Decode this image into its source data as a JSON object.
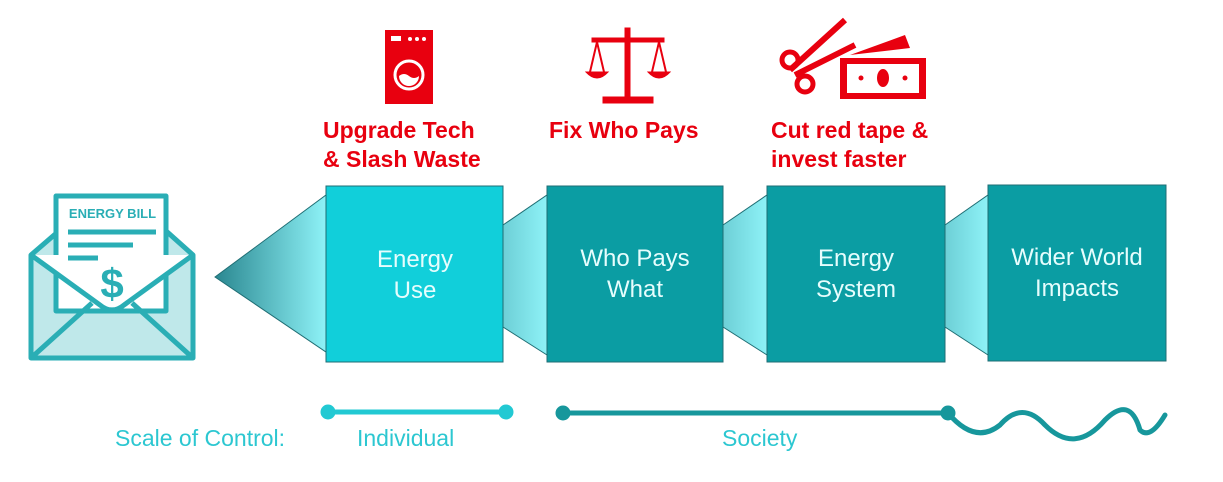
{
  "bill_icon": {
    "title": "ENERGY BILL",
    "symbol": "$"
  },
  "stages": [
    {
      "label_line1": "Energy",
      "label_line2": "Use",
      "color": "#11cfda"
    },
    {
      "label_line1": "Who Pays",
      "label_line2": "What",
      "color": "#0b9da3"
    },
    {
      "label_line1": "Energy",
      "label_line2": "System",
      "color": "#0b9da3"
    },
    {
      "label_line1": "Wider World",
      "label_line2": "Impacts",
      "color": "#0b9da3"
    }
  ],
  "actions": [
    {
      "icon": "washing-machine-icon",
      "line1": "Upgrade Tech",
      "line2": "& Slash Waste"
    },
    {
      "icon": "scales-icon",
      "line1": "Fix Who Pays",
      "line2": ""
    },
    {
      "icon": "scissors-money-icon",
      "line1": "Cut red tape &",
      "line2": "invest faster"
    }
  ],
  "scale": {
    "label": "Scale of Control:",
    "individual": "Individual",
    "society": "Society"
  },
  "colors": {
    "accent_red": "#e8000f",
    "light_teal": "#22c9d3",
    "dark_teal": "#17979c"
  }
}
